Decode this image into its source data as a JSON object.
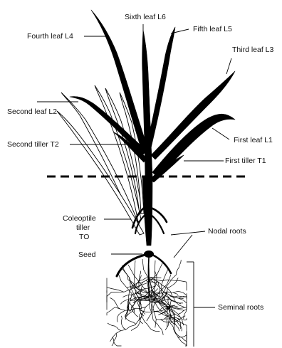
{
  "labels": {
    "sixth_leaf": "Sixth leaf L6",
    "fifth_leaf": "Fifth leaf L5",
    "fourth_leaf": "Fourth leaf L4",
    "third_leaf": "Third leaf L3",
    "second_leaf": "Second leaf L2",
    "second_tiller": "Second tiller T2",
    "first_leaf": "First leaf L1",
    "first_tiller": "First tiller T1",
    "coleoptile_tiller_line1": "Coleoptile",
    "coleoptile_tiller_line2": "tiller",
    "coleoptile_tiller_line3": "TO",
    "nodal_roots": "Nodal roots",
    "seed": "Seed",
    "seminal_roots": "Seminal roots"
  },
  "colors": {
    "ink": "#000000",
    "background": "#ffffff"
  }
}
